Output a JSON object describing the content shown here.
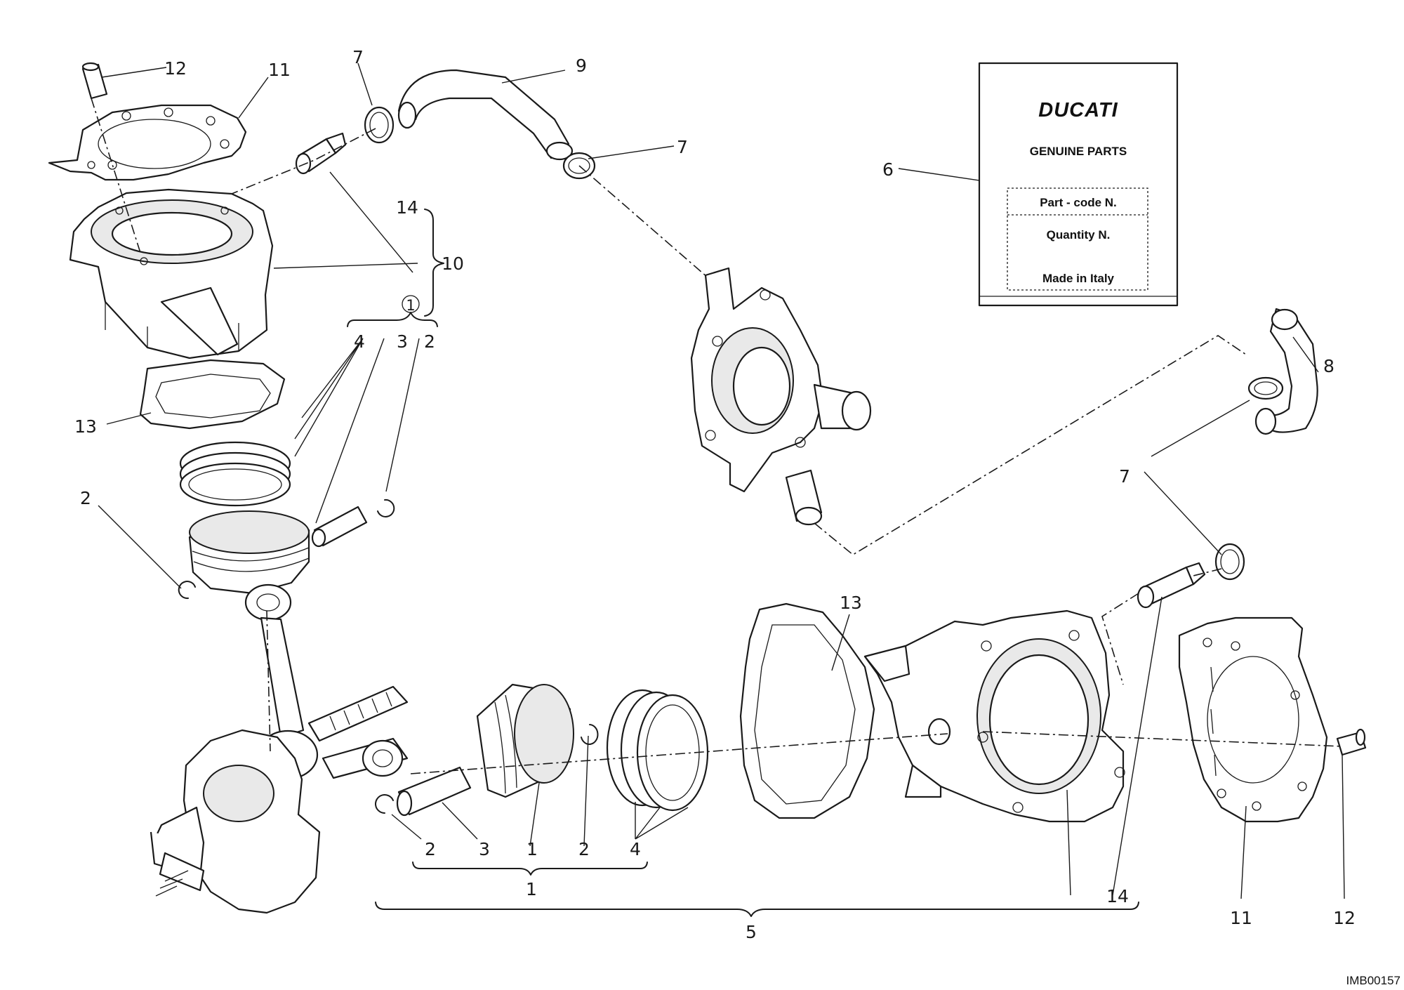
{
  "diagram_code": "IMB00157",
  "label_card": {
    "brand": "DUCATI",
    "subtitle": "GENUINE PARTS",
    "fields": [
      "Part - code N.",
      "Quantity N.",
      "Made in Italy"
    ]
  },
  "callouts": {
    "top_12": "12",
    "top_11": "11",
    "top_7a": "7",
    "top_9": "9",
    "top_7b": "7",
    "top_14": "14",
    "top_10": "10",
    "top_1_circled": "1",
    "top_4": "4",
    "top_3": "3",
    "top_2a": "2",
    "top_13": "13",
    "top_2b": "2",
    "card_6": "6",
    "right_8": "8",
    "right_7": "7",
    "mid_13": "13",
    "bot_2a": "2",
    "bot_3": "3",
    "bot_1_leader": "1",
    "bot_2b": "2",
    "bot_4": "4",
    "bot_1_group": "1",
    "bot_5": "5",
    "bot_14": "14",
    "bot_11": "11",
    "bot_12": "12"
  }
}
